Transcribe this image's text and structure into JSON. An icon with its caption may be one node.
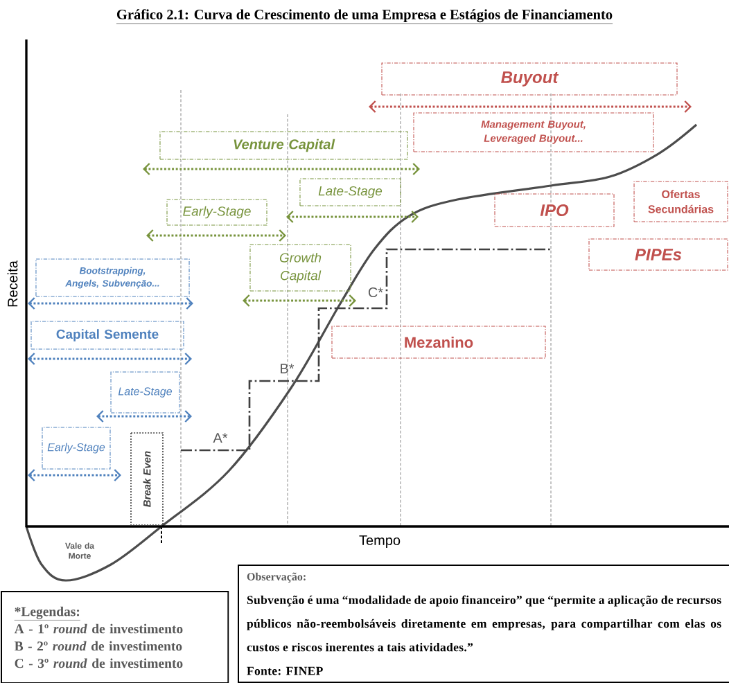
{
  "diagram": {
    "title": "Gráfico 2.1: Curva de Crescimento de uma Empresa e Estágios de Financiamento",
    "nodes": [
      {
        "text": [
          "Buyout"
        ]
      },
      {
        "text": [
          "Management Buyout, Leveraged Buyout..."
        ]
      },
      {
        "text": [
          "Venture Capital"
        ]
      },
      {
        "text": [
          "Ofertas Secundárias"
        ]
      },
      {
        "text": [
          "Late-Stage"
        ]
      },
      {
        "text": [
          "IPO"
        ]
      },
      {
        "text": [
          "Early-Stage"
        ]
      },
      {
        "text": [
          "PIPEs"
        ]
      },
      {
        "text": [
          "Growth Capital"
        ]
      },
      {
        "text": [
          "Bootstrapping, Angels, Subvenção..."
        ]
      },
      {
        "text": [
          "Mezanino"
        ]
      },
      {
        "text": [
          "Capital Semente"
        ]
      },
      {
        "text": [
          "Late-Stage"
        ]
      },
      {
        "text": [
          "Early-Stage"
        ]
      },
      {
        "text": [
          "Break Even"
        ]
      },
      {
        "text": [
          "Observação:",
          "Subvenção é uma “modalidade de apoio financeiro” que “permite a aplicação de recursos públicos não-reembolsáveis diretamente em empresas, para compartilhar com elas os custos e riscos inerentes a tais atividades.”",
          "Fonte: FINEP"
        ]
      },
      {
        "text": [
          "*Legendas:",
          "A - 1º *round* de investimento",
          "B - 2º *round* de investimento",
          "C - 3º *round* de investimento"
        ]
      }
    ],
    "labels": [
      "Receita",
      "A*",
      "B*",
      "C*",
      "Tempo",
      "Vale da Morte"
    ]
  }
}
